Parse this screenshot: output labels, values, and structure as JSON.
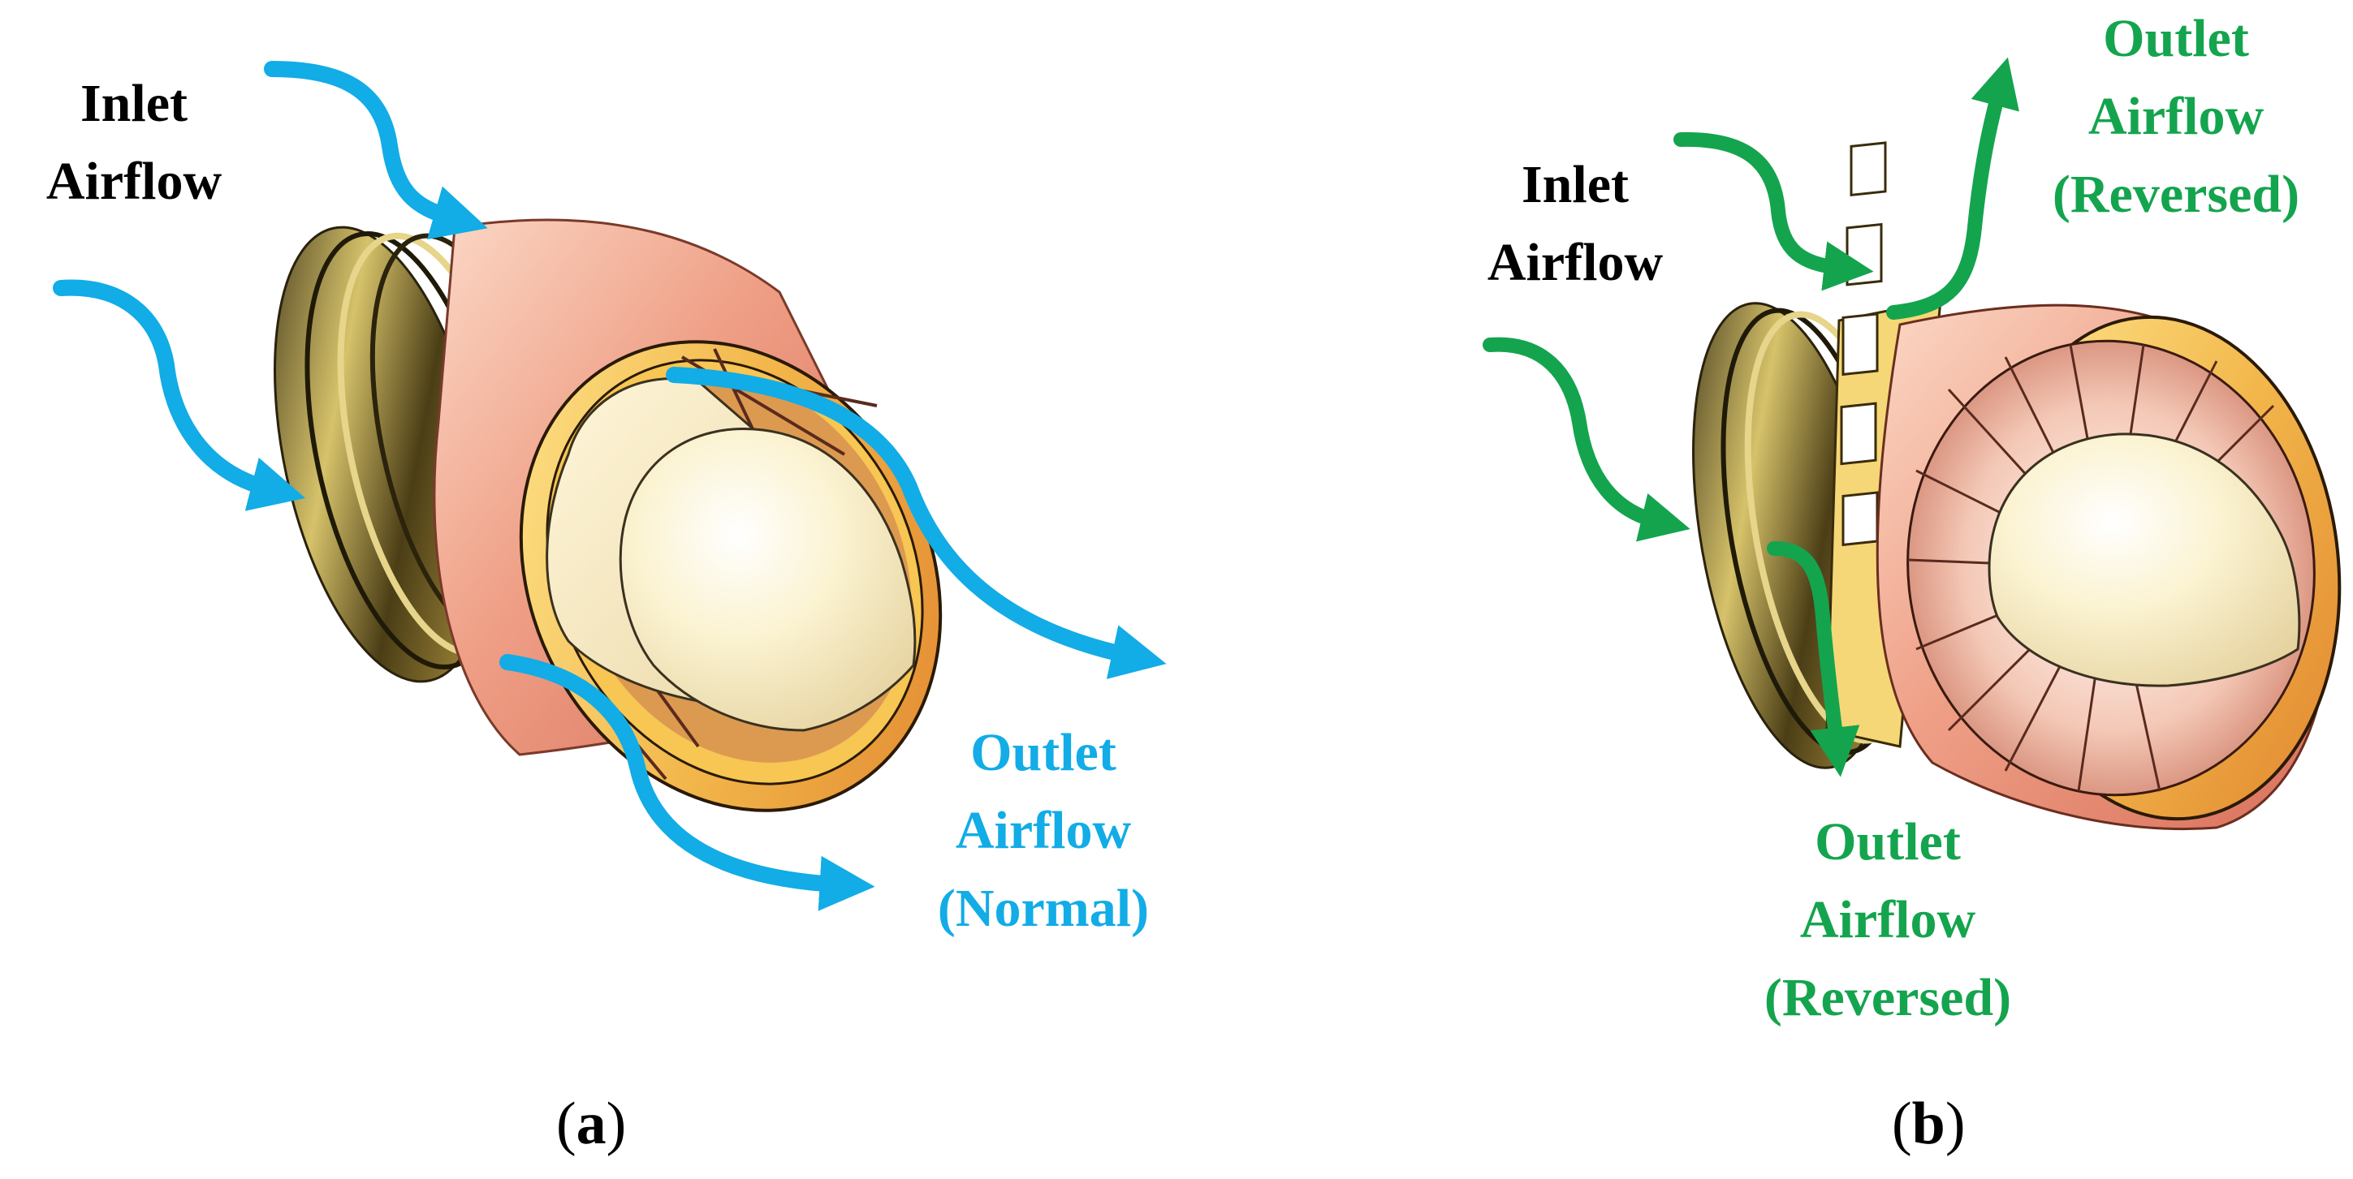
{
  "panel_a": {
    "caption_open": "(",
    "caption_letter": "a",
    "caption_close": ")",
    "inlet_label": [
      "Inlet",
      "Airflow"
    ],
    "outlet_label": [
      "Outlet",
      "Airflow",
      "(Normal)"
    ]
  },
  "panel_b": {
    "caption_open": "(",
    "caption_letter": "b",
    "caption_close": ")",
    "inlet_label": [
      "Inlet",
      "Airflow"
    ],
    "outlet_top_label": [
      "Outlet",
      "Airflow",
      "(Reversed)"
    ],
    "outlet_bottom_label": [
      "Outlet",
      "Airflow",
      "(Reversed)"
    ]
  },
  "colors": {
    "normal_flow_arrow": "#12ace6",
    "reversed_flow_arrow": "#14a44e",
    "label_text": "#000000",
    "nacelle_salmon": "#ec9a82",
    "cone_cream": "#f8efc8",
    "inner_ring_yellow": "#f4c24a"
  }
}
